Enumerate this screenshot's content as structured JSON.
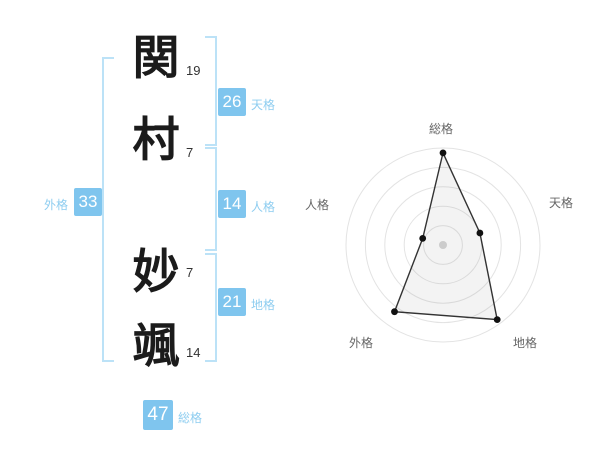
{
  "name_diagram": {
    "characters": [
      {
        "char": "関",
        "strokes": "19"
      },
      {
        "char": "村",
        "strokes": "7"
      },
      {
        "char": "妙",
        "strokes": "7"
      },
      {
        "char": "颯",
        "strokes": "14"
      }
    ],
    "grades": {
      "tenkaku": {
        "value": "26",
        "label": "天格"
      },
      "jinkaku": {
        "value": "14",
        "label": "人格"
      },
      "chikaku": {
        "value": "21",
        "label": "地格"
      },
      "gaikaku": {
        "value": "33",
        "label": "外格"
      },
      "soukaku": {
        "value": "47",
        "label": "総格"
      }
    },
    "colors": {
      "badge_bg": "#7fc5ee",
      "label_text": "#8ecdf0",
      "bracket": "#bce2f7"
    }
  },
  "chart_data": {
    "type": "radar",
    "axes": [
      "総格",
      "天格",
      "地格",
      "外格",
      "人格"
    ],
    "values": [
      95,
      40,
      95,
      85,
      22
    ],
    "max": 100,
    "rings": 5,
    "grid": "circular",
    "legend": "none",
    "ring_color": "#e3e3e3",
    "polygon_fill": "rgba(140,140,140,0.10)",
    "polygon_stroke": "#333333",
    "dot_color": "#111111",
    "center_dot_color": "#cccccc"
  }
}
